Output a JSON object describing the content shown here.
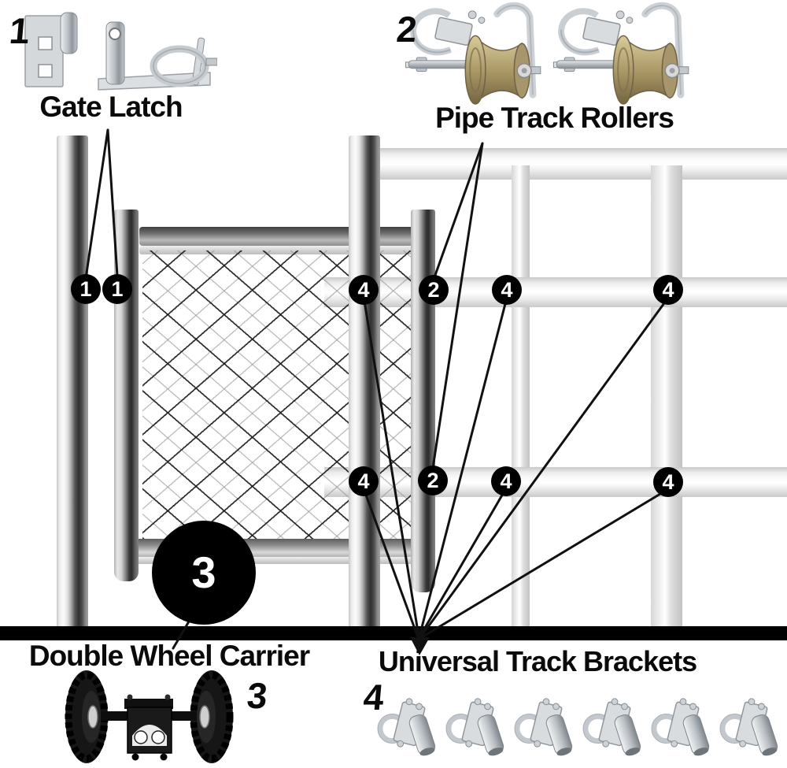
{
  "page": {
    "background": "#ffffff"
  },
  "parts": {
    "gate_latch": {
      "number": "1",
      "title": "Gate Latch"
    },
    "pipe_track_rollers": {
      "number": "2",
      "title": "Pipe Track Rollers"
    },
    "double_wheel_carrier": {
      "number": "3",
      "title": "Double Wheel Carrier"
    },
    "universal_track_brackets": {
      "number": "4",
      "title": "Universal Track Brackets"
    }
  },
  "callouts": [
    {
      "label": "1"
    },
    {
      "label": "1"
    },
    {
      "label": "4"
    },
    {
      "label": "2"
    },
    {
      "label": "4"
    },
    {
      "label": "4"
    },
    {
      "label": "4"
    },
    {
      "label": "2"
    },
    {
      "label": "4"
    },
    {
      "label": "4"
    }
  ],
  "big_callout": {
    "label": "3"
  },
  "colors": {
    "callout_bg": "#000000",
    "callout_text": "#ffffff",
    "label_text": "#0a0a0a",
    "ground_bar": "#000000",
    "line": "#111111",
    "brass": "#b5a272",
    "steel": "#c9ced3"
  }
}
